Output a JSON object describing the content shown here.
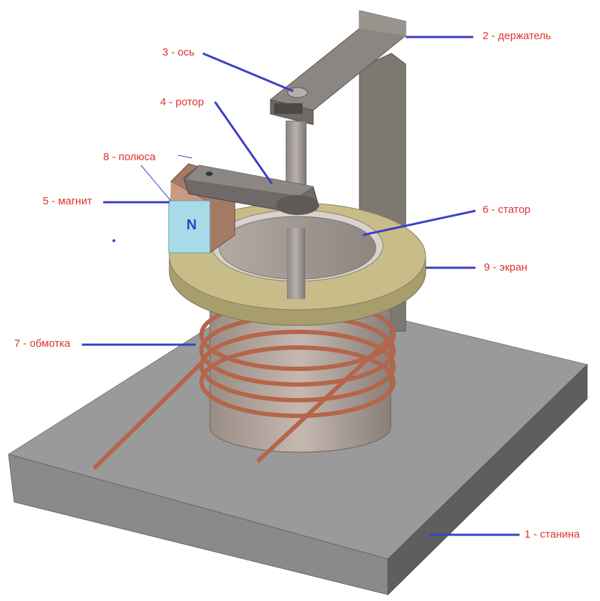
{
  "labels": {
    "l1": "1 - станина",
    "l2": "2 - держатель",
    "l3": "3 - ось",
    "l4": "4 - ротор",
    "l5": "5 - магнит",
    "l6": "6 - статор",
    "l7": "7 - обмотка",
    "l8": "8 - полюса",
    "l9": "9 - экран"
  },
  "magnet_pole": "N",
  "colors": {
    "label_text": "#e0322c",
    "leader_line": "#3b3fc4",
    "coil": "#b5654a",
    "stator": "#c8bd88",
    "magnet": "#a6dbe8"
  }
}
